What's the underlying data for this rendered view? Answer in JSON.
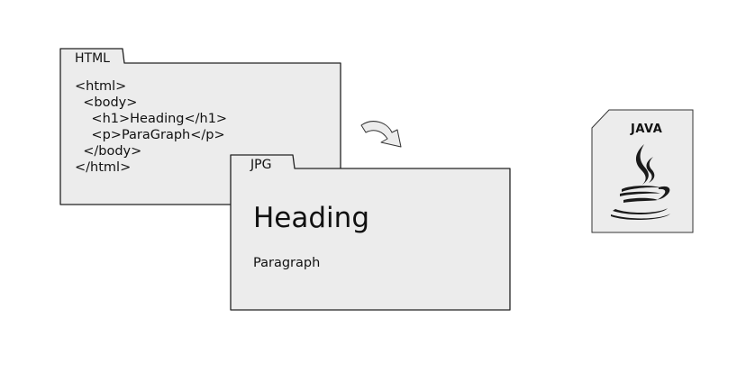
{
  "html_folder": {
    "tab_label": "HTML",
    "code_lines": [
      "<html>",
      "  <body>",
      "    <h1>Heading</h1>",
      "    <p>ParaGraph</p>",
      "  </body>",
      "</html>"
    ]
  },
  "jpg_folder": {
    "tab_label": "JPG",
    "heading": "Heading",
    "paragraph": "Paragraph"
  },
  "java_icon": {
    "label": "JAVA",
    "icon": "java-coffee-cup-icon"
  },
  "arrow": {
    "icon": "curved-arrow-icon"
  },
  "colors": {
    "folder_fill": "#ececec",
    "stroke": "#222222",
    "text": "#111111"
  }
}
